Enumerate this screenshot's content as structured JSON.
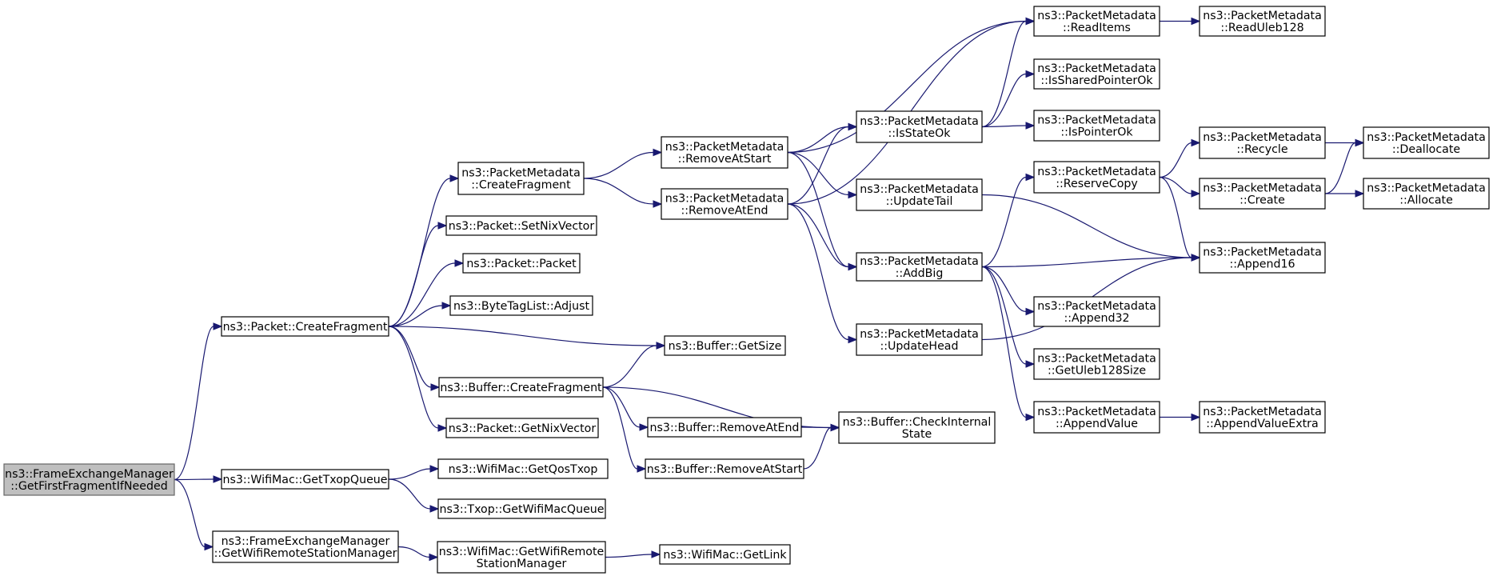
{
  "colors": {
    "edge": "#191970",
    "node_border": "#000000",
    "root_fill": "#bfbfbf",
    "node_fill": "#ffffff"
  },
  "nodes": [
    {
      "id": "n0",
      "lines": [
        "ns3::FrameExchangeManager",
        "::GetFirstFragmentIfNeeded"
      ],
      "root": true
    },
    {
      "id": "n1",
      "lines": [
        "ns3::Packet::CreateFragment"
      ]
    },
    {
      "id": "n2",
      "lines": [
        "ns3::WifiMac::GetTxopQueue"
      ]
    },
    {
      "id": "n3",
      "lines": [
        "ns3::FrameExchangeManager",
        "::GetWifiRemoteStationManager"
      ]
    },
    {
      "id": "n4",
      "lines": [
        "ns3::PacketMetadata",
        "::CreateFragment"
      ]
    },
    {
      "id": "n5",
      "lines": [
        "ns3::Packet::SetNixVector"
      ]
    },
    {
      "id": "n6",
      "lines": [
        "ns3::Packet::Packet"
      ]
    },
    {
      "id": "n7",
      "lines": [
        "ns3::ByteTagList::Adjust"
      ]
    },
    {
      "id": "n8",
      "lines": [
        "ns3::Buffer::CreateFragment"
      ]
    },
    {
      "id": "n9",
      "lines": [
        "ns3::Packet::GetNixVector"
      ]
    },
    {
      "id": "n10",
      "lines": [
        "ns3::WifiMac::GetQosTxop"
      ]
    },
    {
      "id": "n11",
      "lines": [
        "ns3::Txop::GetWifiMacQueue"
      ]
    },
    {
      "id": "n12",
      "lines": [
        "ns3::WifiMac::GetWifiRemote",
        "StationManager"
      ]
    },
    {
      "id": "n13",
      "lines": [
        "ns3::PacketMetadata",
        "::RemoveAtStart"
      ]
    },
    {
      "id": "n14",
      "lines": [
        "ns3::PacketMetadata",
        "::RemoveAtEnd"
      ]
    },
    {
      "id": "n15",
      "lines": [
        "ns3::Buffer::GetSize"
      ]
    },
    {
      "id": "n16",
      "lines": [
        "ns3::Buffer::RemoveAtEnd"
      ]
    },
    {
      "id": "n17",
      "lines": [
        "ns3::Buffer::RemoveAtStart"
      ]
    },
    {
      "id": "n18",
      "lines": [
        "ns3::WifiMac::GetLink"
      ]
    },
    {
      "id": "n19",
      "lines": [
        "ns3::PacketMetadata",
        "::IsStateOk"
      ]
    },
    {
      "id": "n20",
      "lines": [
        "ns3::PacketMetadata",
        "::UpdateTail"
      ]
    },
    {
      "id": "n21",
      "lines": [
        "ns3::PacketMetadata",
        "::AddBig"
      ]
    },
    {
      "id": "n22",
      "lines": [
        "ns3::PacketMetadata",
        "::UpdateHead"
      ]
    },
    {
      "id": "n23",
      "lines": [
        "ns3::Buffer::CheckInternal",
        "State"
      ]
    },
    {
      "id": "n24",
      "lines": [
        "ns3::PacketMetadata",
        "::ReadItems"
      ]
    },
    {
      "id": "n25",
      "lines": [
        "ns3::PacketMetadata",
        "::IsSharedPointerOk"
      ]
    },
    {
      "id": "n26",
      "lines": [
        "ns3::PacketMetadata",
        "::IsPointerOk"
      ]
    },
    {
      "id": "n27",
      "lines": [
        "ns3::PacketMetadata",
        "::ReserveCopy"
      ]
    },
    {
      "id": "n28",
      "lines": [
        "ns3::PacketMetadata",
        "::Append32"
      ]
    },
    {
      "id": "n29",
      "lines": [
        "ns3::PacketMetadata",
        "::GetUleb128Size"
      ]
    },
    {
      "id": "n30",
      "lines": [
        "ns3::PacketMetadata",
        "::AppendValue"
      ]
    },
    {
      "id": "n31",
      "lines": [
        "ns3::PacketMetadata",
        "::ReadUleb128"
      ]
    },
    {
      "id": "n32",
      "lines": [
        "ns3::PacketMetadata",
        "::Recycle"
      ]
    },
    {
      "id": "n33",
      "lines": [
        "ns3::PacketMetadata",
        "::Create"
      ]
    },
    {
      "id": "n34",
      "lines": [
        "ns3::PacketMetadata",
        "::Append16"
      ]
    },
    {
      "id": "n35",
      "lines": [
        "ns3::PacketMetadata",
        "::AppendValueExtra"
      ]
    },
    {
      "id": "n36",
      "lines": [
        "ns3::PacketMetadata",
        "::Deallocate"
      ]
    },
    {
      "id": "n37",
      "lines": [
        "ns3::PacketMetadata",
        "::Allocate"
      ]
    }
  ],
  "edges": [
    [
      "n0",
      "n1"
    ],
    [
      "n0",
      "n2"
    ],
    [
      "n0",
      "n3"
    ],
    [
      "n1",
      "n4"
    ],
    [
      "n1",
      "n5"
    ],
    [
      "n1",
      "n6"
    ],
    [
      "n1",
      "n7"
    ],
    [
      "n1",
      "n15"
    ],
    [
      "n1",
      "n8"
    ],
    [
      "n1",
      "n9"
    ],
    [
      "n2",
      "n10"
    ],
    [
      "n2",
      "n11"
    ],
    [
      "n3",
      "n12"
    ],
    [
      "n12",
      "n18"
    ],
    [
      "n4",
      "n13"
    ],
    [
      "n4",
      "n14"
    ],
    [
      "n8",
      "n15"
    ],
    [
      "n8",
      "n23"
    ],
    [
      "n8",
      "n16"
    ],
    [
      "n8",
      "n17"
    ],
    [
      "n16",
      "n23"
    ],
    [
      "n17",
      "n23"
    ],
    [
      "n13",
      "n24"
    ],
    [
      "n13",
      "n19"
    ],
    [
      "n13",
      "n20"
    ],
    [
      "n13",
      "n21"
    ],
    [
      "n14",
      "n19"
    ],
    [
      "n14",
      "n24"
    ],
    [
      "n14",
      "n21"
    ],
    [
      "n14",
      "n22"
    ],
    [
      "n19",
      "n24"
    ],
    [
      "n19",
      "n25"
    ],
    [
      "n19",
      "n26"
    ],
    [
      "n20",
      "n34"
    ],
    [
      "n21",
      "n27"
    ],
    [
      "n21",
      "n34"
    ],
    [
      "n21",
      "n28"
    ],
    [
      "n21",
      "n29"
    ],
    [
      "n21",
      "n30"
    ],
    [
      "n22",
      "n34"
    ],
    [
      "n24",
      "n31"
    ],
    [
      "n27",
      "n32"
    ],
    [
      "n27",
      "n33"
    ],
    [
      "n27",
      "n34"
    ],
    [
      "n30",
      "n35"
    ],
    [
      "n32",
      "n36"
    ],
    [
      "n33",
      "n36"
    ],
    [
      "n33",
      "n37"
    ]
  ]
}
